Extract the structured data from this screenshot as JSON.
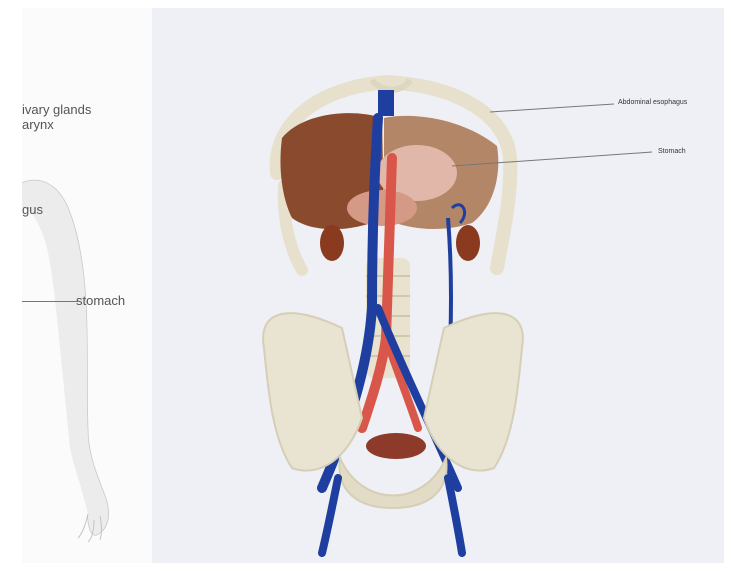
{
  "left_panel": {
    "labels": {
      "salivary_glands": "ivary glands",
      "pharynx": "arynx",
      "esophagus": "gus",
      "stomach": "stomach"
    }
  },
  "right_panel": {
    "labels": {
      "abdominal_esophagus": "Abdominal esophagus",
      "stomach": "Stomach"
    }
  },
  "colors": {
    "left_bg": "#fbfbfb",
    "right_bg": "#eef0f5",
    "bone": "#e6e0cc",
    "liver": "#8a4a2e",
    "vein": "#1e3fa0",
    "artery": "#d9564a",
    "kidney": "#8a3a1e",
    "bladder": "#8e3a2a"
  }
}
